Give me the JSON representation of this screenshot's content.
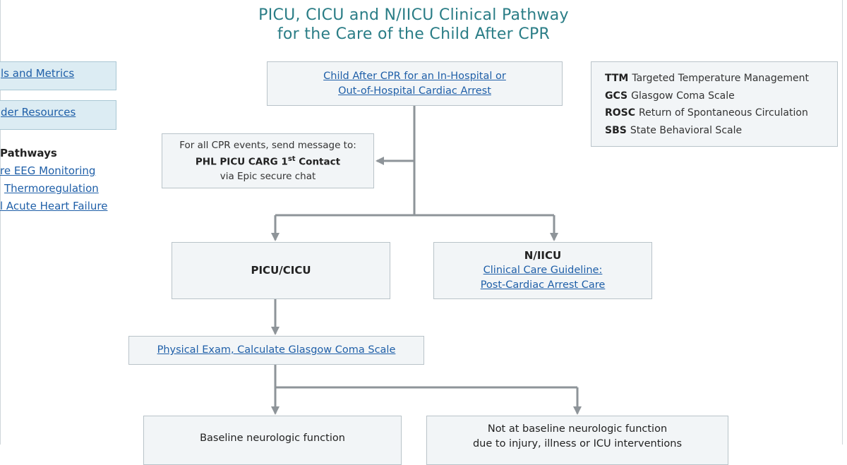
{
  "title": {
    "line1": "PICU, CICU and N/IICU Clinical Pathway",
    "line2": "for the Care of the Child After CPR"
  },
  "sidebar": {
    "buttons": [
      {
        "label": "ls and Metrics"
      },
      {
        "label": "der Resources"
      }
    ],
    "pathways_heading": "Pathways",
    "pathway_links": [
      {
        "label": "re EEG Monitoring"
      },
      {
        "label": "Thermoregulation"
      },
      {
        "label": "l Acute Heart Failure"
      }
    ]
  },
  "legend": {
    "items": [
      {
        "abbr": "TTM",
        "text": "Targeted Temperature Management"
      },
      {
        "abbr": "GCS",
        "text": "Glasgow Coma Scale"
      },
      {
        "abbr": "ROSC",
        "text": "Return of Spontaneous Circulation"
      },
      {
        "abbr": "SBS",
        "text": "State Behavioral Scale"
      }
    ]
  },
  "nodes": {
    "start": {
      "line1": "Child After CPR for an In-Hospital or",
      "line2": "Out-of-Hospital Cardiac Arrest"
    },
    "message": {
      "line1": "For all CPR events, send message to:",
      "line2_prefix": "PHL PICU CARG 1",
      "line2_sup": "st",
      "line2_suffix": " Contact",
      "line3": "via Epic secure chat"
    },
    "picu": {
      "label": "PICU/CICU"
    },
    "niicu": {
      "label": "N/IICU",
      "link1": "Clinical Care Guideline:",
      "link2": "Post-Cardiac Arrest Care"
    },
    "exam": {
      "label": "Physical Exam, Calculate Glasgow Coma Scale"
    },
    "baseline": {
      "label": "Baseline neurologic function"
    },
    "not_baseline": {
      "line1": "Not at baseline neurologic function",
      "line2": "due to injury, illness or ICU interventions"
    }
  },
  "colors": {
    "title": "#2a7d86",
    "link": "#1f5fa8",
    "box_fill": "#f2f5f7",
    "box_border": "#b9c3c9",
    "sidebar_fill": "#dcecf3",
    "connector": "#8e9499"
  }
}
